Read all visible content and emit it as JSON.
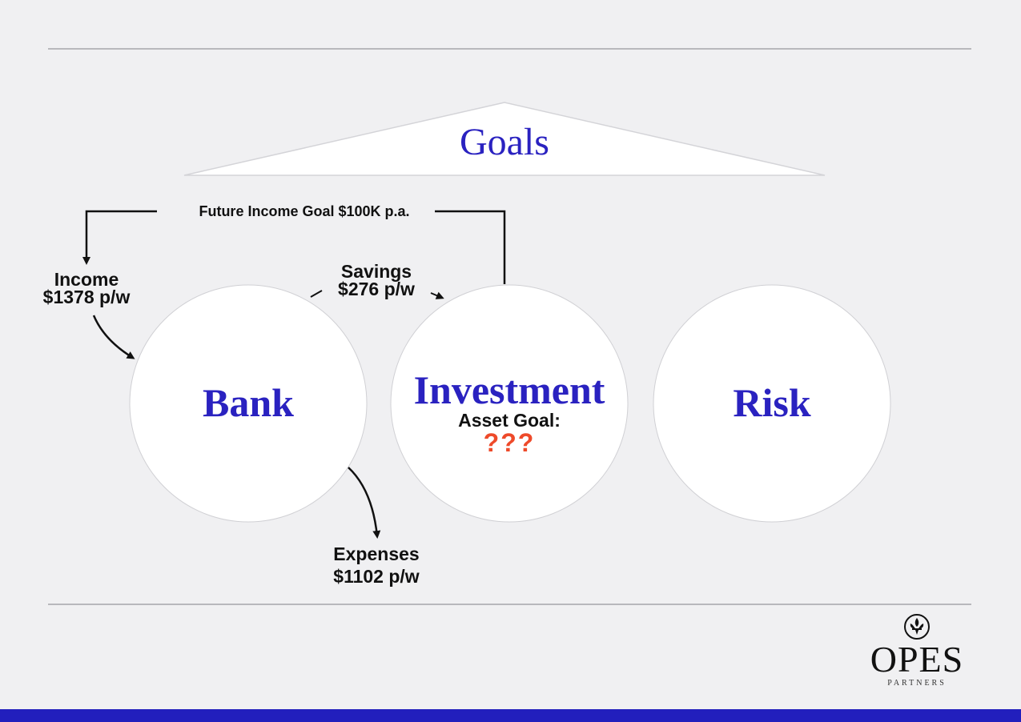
{
  "diagram": {
    "goals": {
      "title": "Goals"
    },
    "flows": {
      "future_income_goal": "Future Income Goal $100K p.a.",
      "income": {
        "label": "Income",
        "value": "$1378 p/w"
      },
      "savings": {
        "label": "Savings",
        "value": "$276 p/w"
      },
      "expenses": {
        "label": "Expenses",
        "value": "$1102 p/w"
      }
    },
    "nodes": [
      {
        "id": "bank",
        "title": "Bank"
      },
      {
        "id": "investment",
        "title": "Investment",
        "subtitle": "Asset Goal:",
        "value": "???"
      },
      {
        "id": "risk",
        "title": "Risk"
      }
    ],
    "colors": {
      "title_blue": "#2a22c0",
      "unknown_value_red": "#ee4a2a",
      "footer_bar": "#221fbd",
      "background": "#f0f0f2"
    }
  },
  "brand": {
    "name": "OPES",
    "subtitle": "PARTNERS",
    "icon": "fleur-de-lis-icon"
  }
}
